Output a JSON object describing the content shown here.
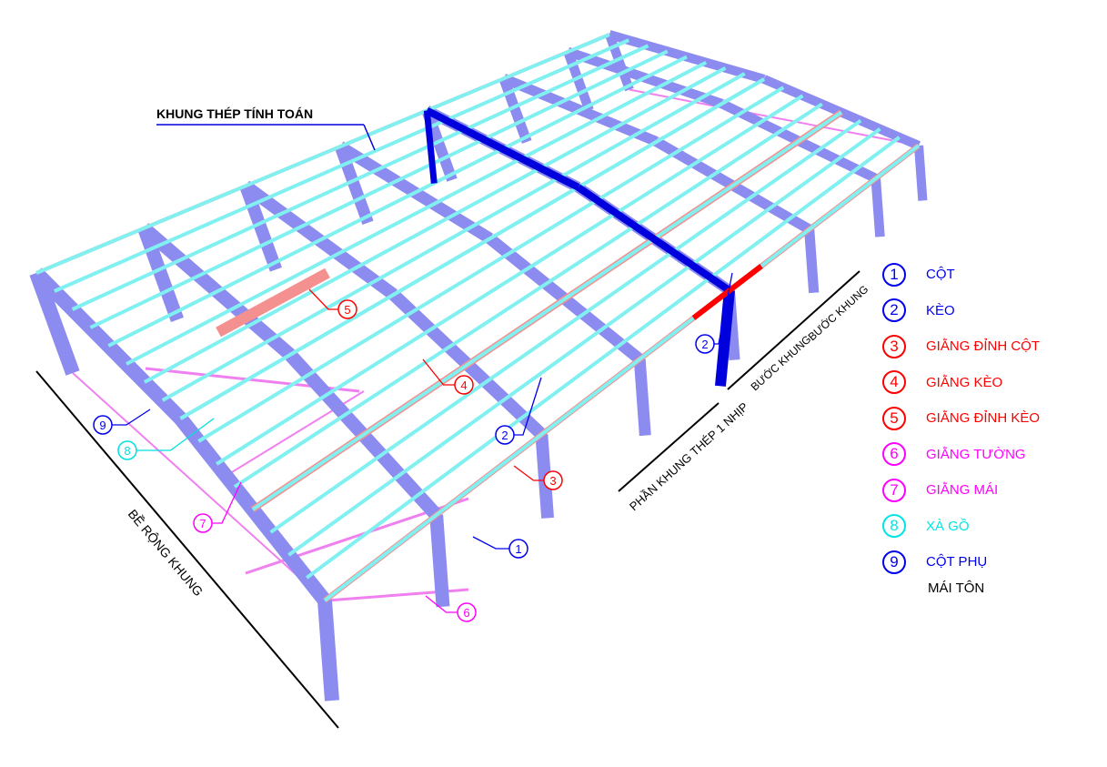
{
  "title_note": "KHUNG THÉP TÍNH TOÁN",
  "dimensions": {
    "frame_width": "BỀ RỘNG KHUNG",
    "one_span": "PHẦN KHUNG THÉP 1 NHỊP",
    "bay_1": "BƯỚC KHUNG",
    "bay_2": "BƯỚC KHUNG"
  },
  "callouts": [
    "1",
    "2",
    "3",
    "4",
    "5",
    "6",
    "7",
    "8",
    "9"
  ],
  "legend": [
    {
      "num": "1",
      "label": "CỘT",
      "color": "#0000ee"
    },
    {
      "num": "2",
      "label": "KÈO",
      "color": "#0000ee"
    },
    {
      "num": "3",
      "label": "GIẰNG ĐỈNH CỘT",
      "color": "#ff0000"
    },
    {
      "num": "4",
      "label": "GIẰNG KÈO",
      "color": "#ff0000"
    },
    {
      "num": "5",
      "label": "GIẰNG ĐỈNH KÈO",
      "color": "#ff0000"
    },
    {
      "num": "6",
      "label": "GIẰNG TƯỜNG",
      "color": "#ff00ff"
    },
    {
      "num": "7",
      "label": "GIẰNG MÁI",
      "color": "#ff00ff"
    },
    {
      "num": "8",
      "label": "XÀ GỒ",
      "color": "#00e5e5"
    },
    {
      "num": "9",
      "label": "CỘT PHỤ",
      "color": "#0000ee"
    }
  ],
  "roof_label": "MÁI TÔN",
  "colors": {
    "frame": "#8c8cf0",
    "highlight": "#0000dd",
    "eave": "#f49090",
    "purlin": "#80f0f0",
    "bracing": "#f080f0"
  }
}
